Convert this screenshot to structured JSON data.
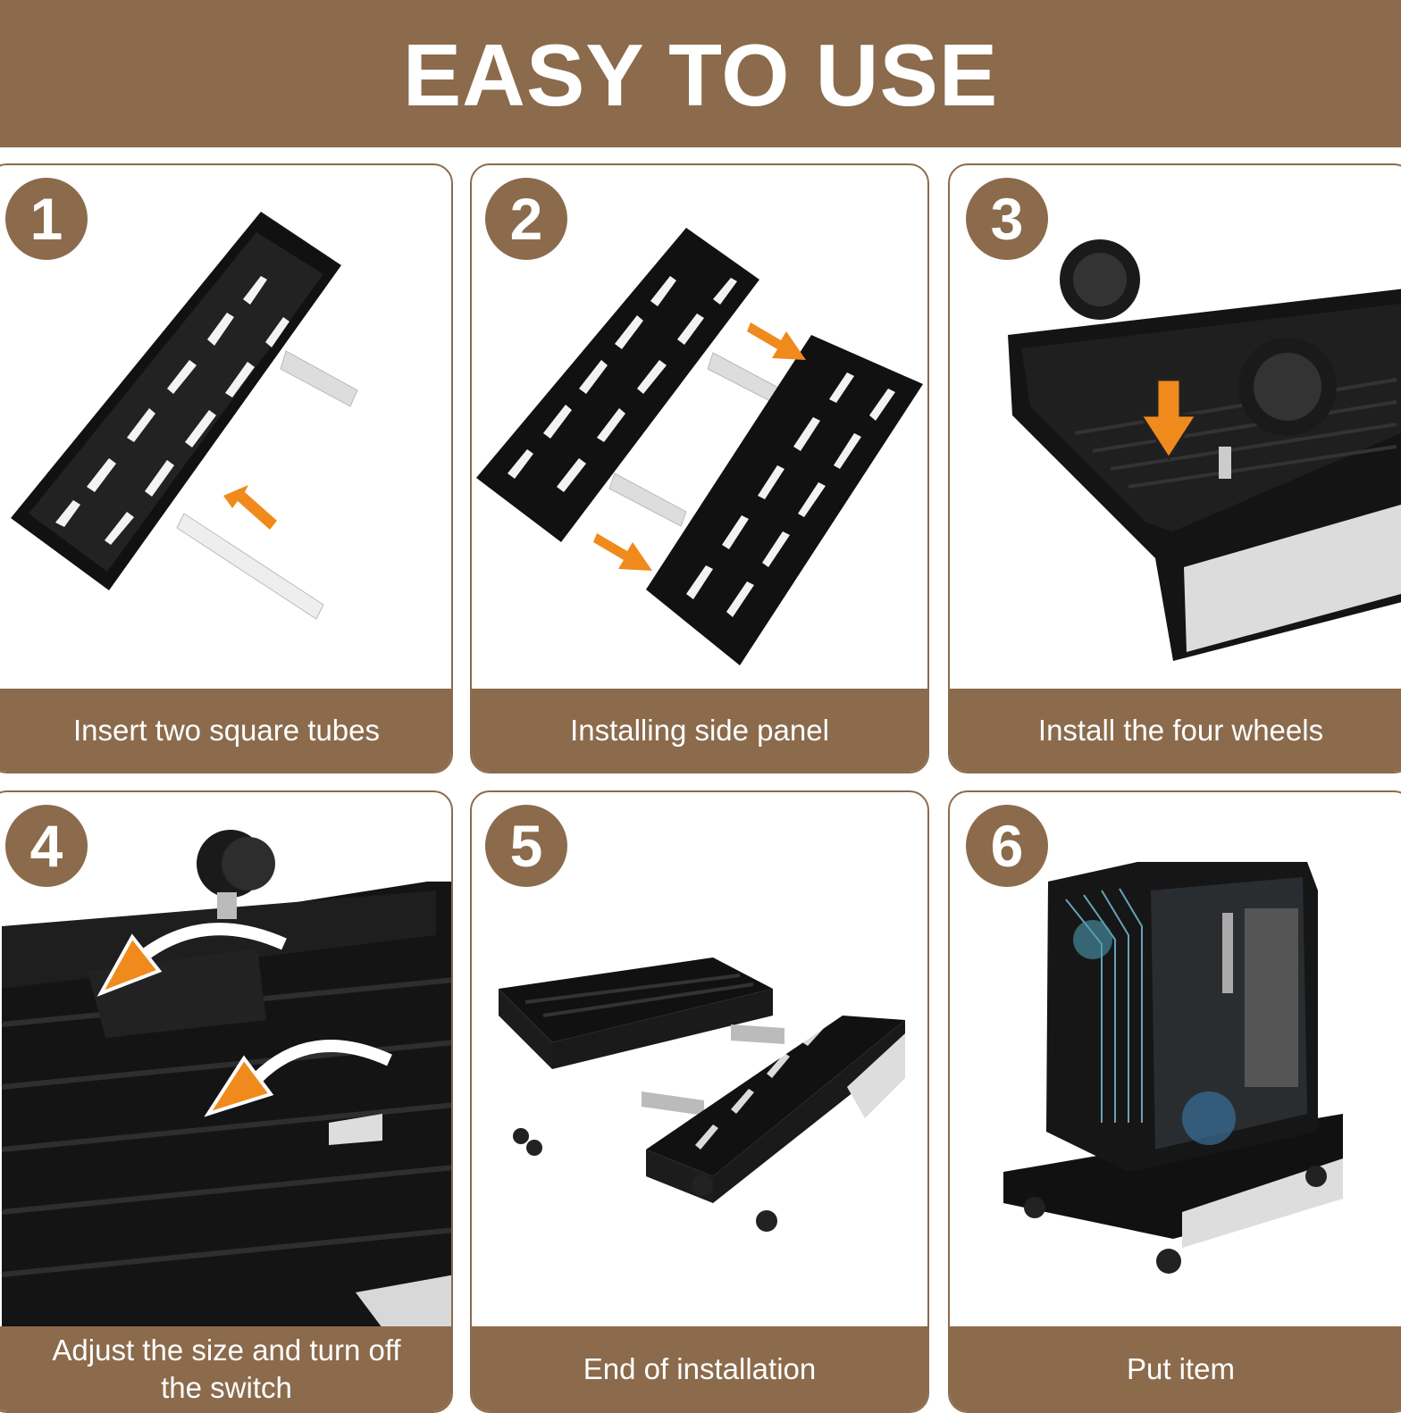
{
  "header": {
    "title": "EASY TO USE"
  },
  "steps": [
    {
      "number": "1",
      "caption": "Insert two square tubes",
      "illustration": "tray-with-square-tubes"
    },
    {
      "number": "2",
      "caption": "Installing side panel",
      "illustration": "two-trays-connected"
    },
    {
      "number": "3",
      "caption": "Install the four wheels",
      "illustration": "tray-with-wheels"
    },
    {
      "number": "4",
      "caption_line1": "Adjust the size and turn off",
      "caption_line2": "the switch",
      "illustration": "lock-switch-closeup"
    },
    {
      "number": "5",
      "caption": "End of installation",
      "illustration": "assembled-stand"
    },
    {
      "number": "6",
      "caption": "Put item",
      "illustration": "pc-case-on-stand"
    }
  ],
  "colors": {
    "accent": "#8b6b4c",
    "arrow": "#f08a1c",
    "tray": "#111111"
  }
}
